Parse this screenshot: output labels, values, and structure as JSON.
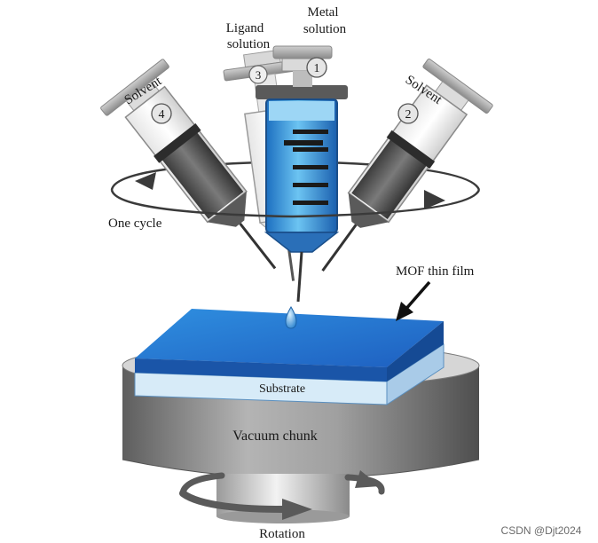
{
  "labels": {
    "metal_line1": "Metal",
    "metal_line2": "solution",
    "ligand_line1": "Ligand",
    "ligand_line2": "solution",
    "solvent_left": "Solvent",
    "solvent_right": "Solvent",
    "one_cycle": "One cycle",
    "mof_film": "MOF thin film",
    "substrate": "Substrate",
    "vacuum": "Vacuum chunk",
    "rotation": "Rotation",
    "watermark": "CSDN @Djt2024"
  },
  "syringes": [
    {
      "number": "1",
      "content": "Metal solution"
    },
    {
      "number": "2",
      "content": "Solvent"
    },
    {
      "number": "3",
      "content": "Ligand solution"
    },
    {
      "number": "4",
      "content": "Solvent"
    }
  ],
  "colors": {
    "metal_liquid": "#2f8fd6",
    "film_top": "#2f7fd6",
    "substrate": "#cfe4f4",
    "chuck": "#8f8f8f",
    "dark_liquid": "#5a5a5a"
  }
}
